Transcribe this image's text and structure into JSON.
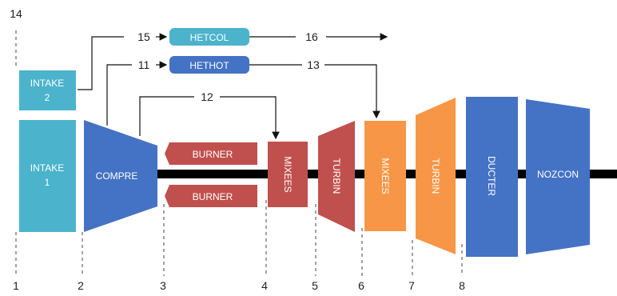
{
  "components": {
    "intake_2": {
      "line1": "INTAKE",
      "line2": "2"
    },
    "intake_1": {
      "line1": "INTAKE",
      "line2": "1"
    },
    "compre": "COMPRE",
    "burner_top": "BURNER",
    "burner_bottom": "BURNER",
    "mixees_1": "MIXEES",
    "turbin_1": "TURBIN",
    "mixees_2": "MIXEES",
    "turbin_2": "TURBIN",
    "ducter": "DUCTER",
    "nozcon": "NOZCON",
    "hetcol": "HETCOL",
    "hethot": "HETHOT"
  },
  "flow_numbers": {
    "n11": "11",
    "n12": "12",
    "n13": "13",
    "n15": "15",
    "n16": "16"
  },
  "station_numbers": [
    "1",
    "2",
    "3",
    "4",
    "5",
    "6",
    "7",
    "8"
  ],
  "top_number": "14",
  "colors": {
    "intake": "#4bb3cc",
    "compressor_blue": "#4472c4",
    "burner_red": "#c0504d",
    "turbine_orange": "#f79646",
    "shaft": "#000000",
    "hetcol": "#4bb3cc",
    "hethot": "#4472c4"
  }
}
